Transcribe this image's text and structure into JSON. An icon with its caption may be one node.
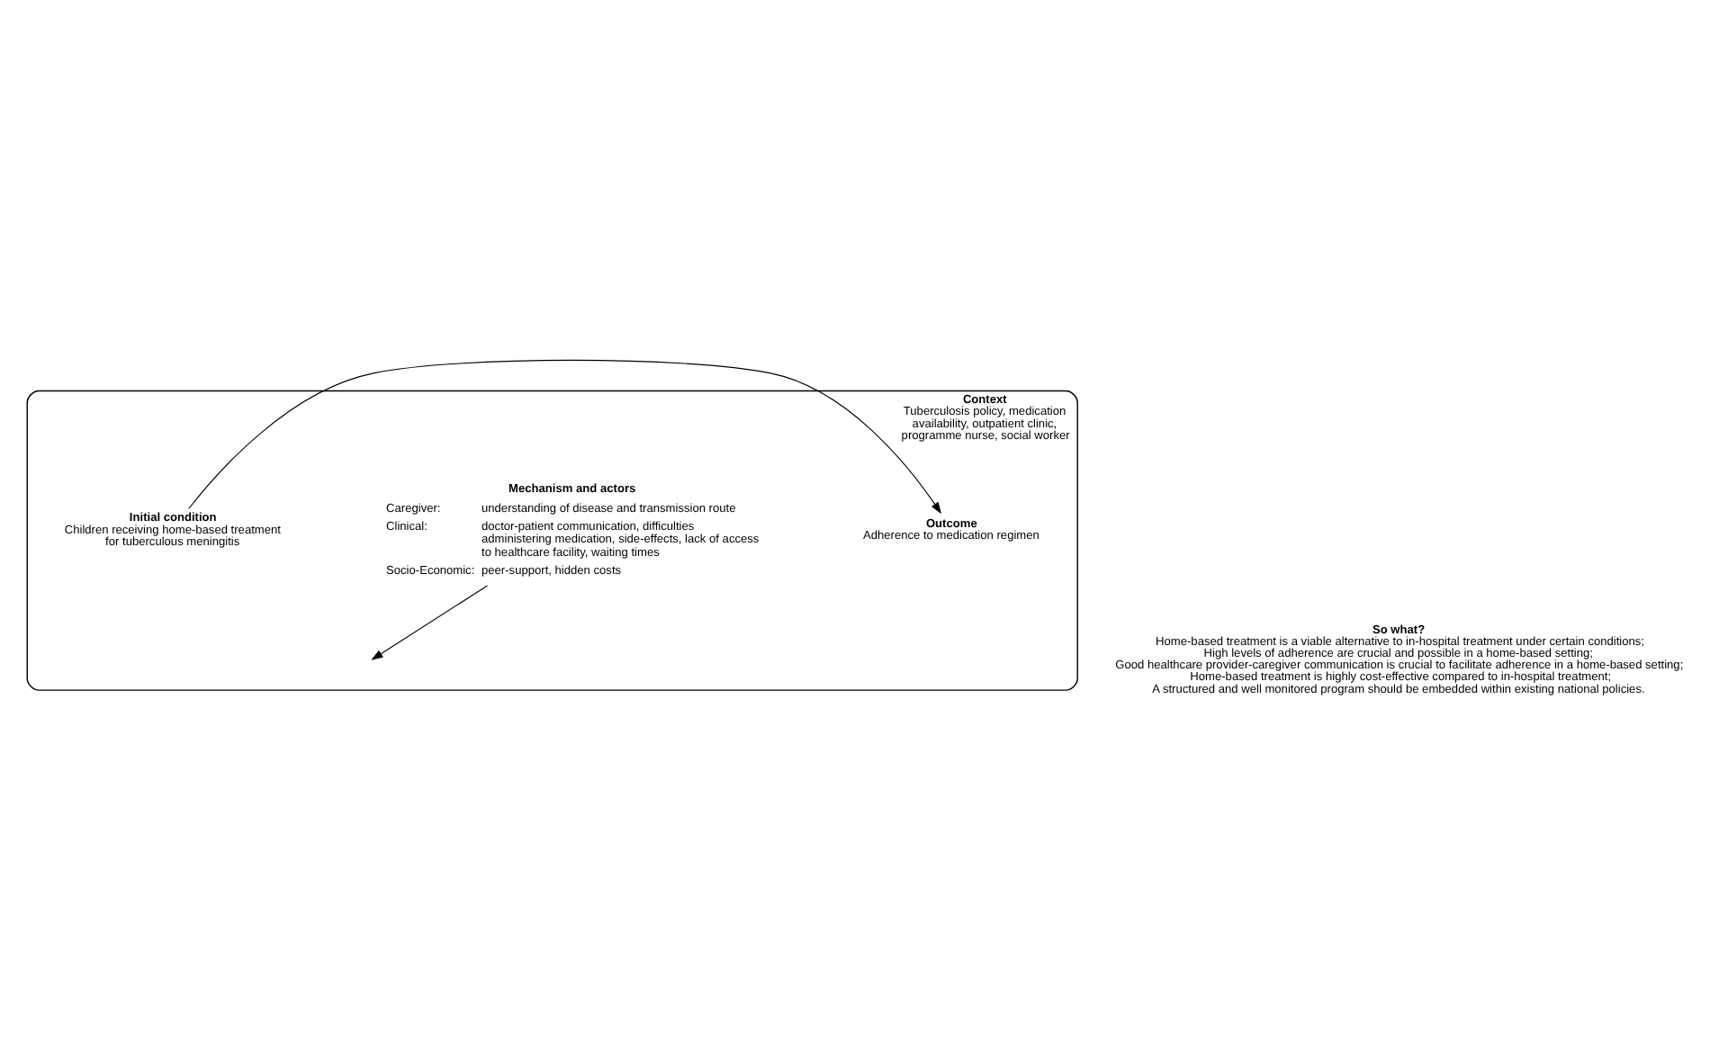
{
  "diagram": {
    "nodes": [
      {
        "text": [
          "Context",
          "Tuberculosis policy, medication availability, outpatient clinic, programme nurse, social worker"
        ]
      },
      {
        "text": [
          "Initial condition",
          "Children receiving home-based treatment for tuberculous meningitis"
        ],
        "in": 0
      },
      {
        "text": [
          "Outcome",
          "Adherence to medication regimen"
        ],
        "in": 0
      },
      {
        "text": [
          "Mechanism and actors",
          "Caregiver:",
          "understanding of disease and transmission route",
          "Clinical:",
          "doctor-patient communication, difficulties administering medication, side-effects, lack of access to healthcare facility, waiting times",
          "Socio-Economic:",
          "peer-support, hidden costs"
        ],
        "in": 0
      }
    ],
    "edges": [
      {
        "from": 1,
        "to": 2,
        "arrow": "to"
      },
      {
        "from": 3,
        "to": null,
        "arrow": "to"
      }
    ],
    "labels": [
      "So what?",
      "Home-based treatment is a viable alternative to in-hospital treatment under certain conditions;",
      "High levels of adherence are crucial and possible in a home-based setting;",
      "Good healthcare provider-caregiver communication is crucial to facilitate adherence in a home-based setting;",
      "Home-based treatment is highly cost-effective compared to in-hospital treatment;",
      "A structured and well monitored program should be embedded within existing national policies."
    ]
  }
}
